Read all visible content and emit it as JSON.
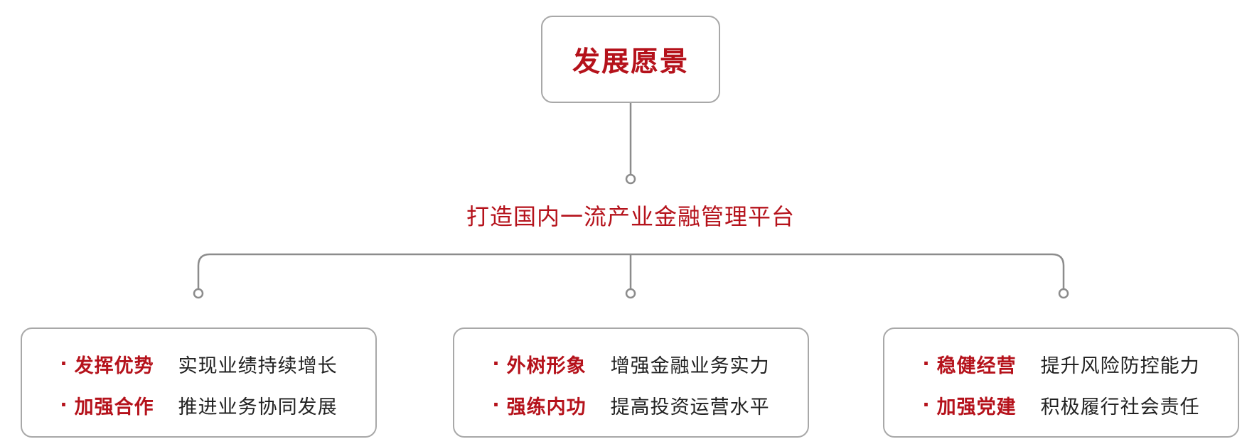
{
  "root": {
    "title": "发展愿景"
  },
  "subtitle": "打造国内一流产业金融管理平台",
  "branches": [
    {
      "items": [
        {
          "bullet": "·",
          "key": "发挥优势",
          "desc": "实现业绩持续增长"
        },
        {
          "bullet": "·",
          "key": "加强合作",
          "desc": "推进业务协同发展"
        }
      ]
    },
    {
      "items": [
        {
          "bullet": "·",
          "key": "外树形象",
          "desc": "增强金融业务实力"
        },
        {
          "bullet": "·",
          "key": "强练内功",
          "desc": "提高投资运营水平"
        }
      ]
    },
    {
      "items": [
        {
          "bullet": "·",
          "key": "稳健经营",
          "desc": "提升风险防控能力"
        },
        {
          "bullet": "·",
          "key": "加强党建",
          "desc": "积极履行社会责任"
        }
      ]
    }
  ],
  "colors": {
    "accent": "#b5121b",
    "text": "#222222",
    "border": "#a8a8a8",
    "connector": "#8c8c8c"
  }
}
